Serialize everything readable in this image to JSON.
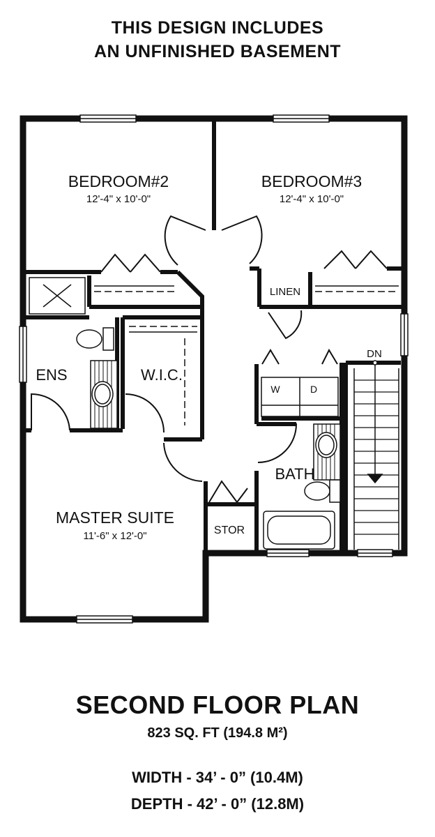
{
  "header": {
    "line1": "THIS DESIGN INCLUDES",
    "line2": "AN UNFINISHED BASEMENT"
  },
  "rooms": {
    "bedroom2": {
      "name": "BEDROOM#2",
      "size": "12'-4\" x 10'-0\""
    },
    "bedroom3": {
      "name": "BEDROOM#3",
      "size": "12'-4\" x 10'-0\""
    },
    "master": {
      "name": "MASTER SUITE",
      "size": "11'-6\" x 12'-0\""
    },
    "ensuite": "ENS",
    "wic": "W.I.C.",
    "linen": "LINEN",
    "washer": "W",
    "dryer": "D",
    "bath": "BATH",
    "storage": "STOR",
    "stairs_down": "DN"
  },
  "footer": {
    "title": "SECOND FLOOR PLAN",
    "area": "823 SQ. FT (194.8 M²)",
    "width": "WIDTH - 34’ - 0” (10.4M)",
    "depth": "DEPTH - 42’ - 0” (12.8M)"
  }
}
